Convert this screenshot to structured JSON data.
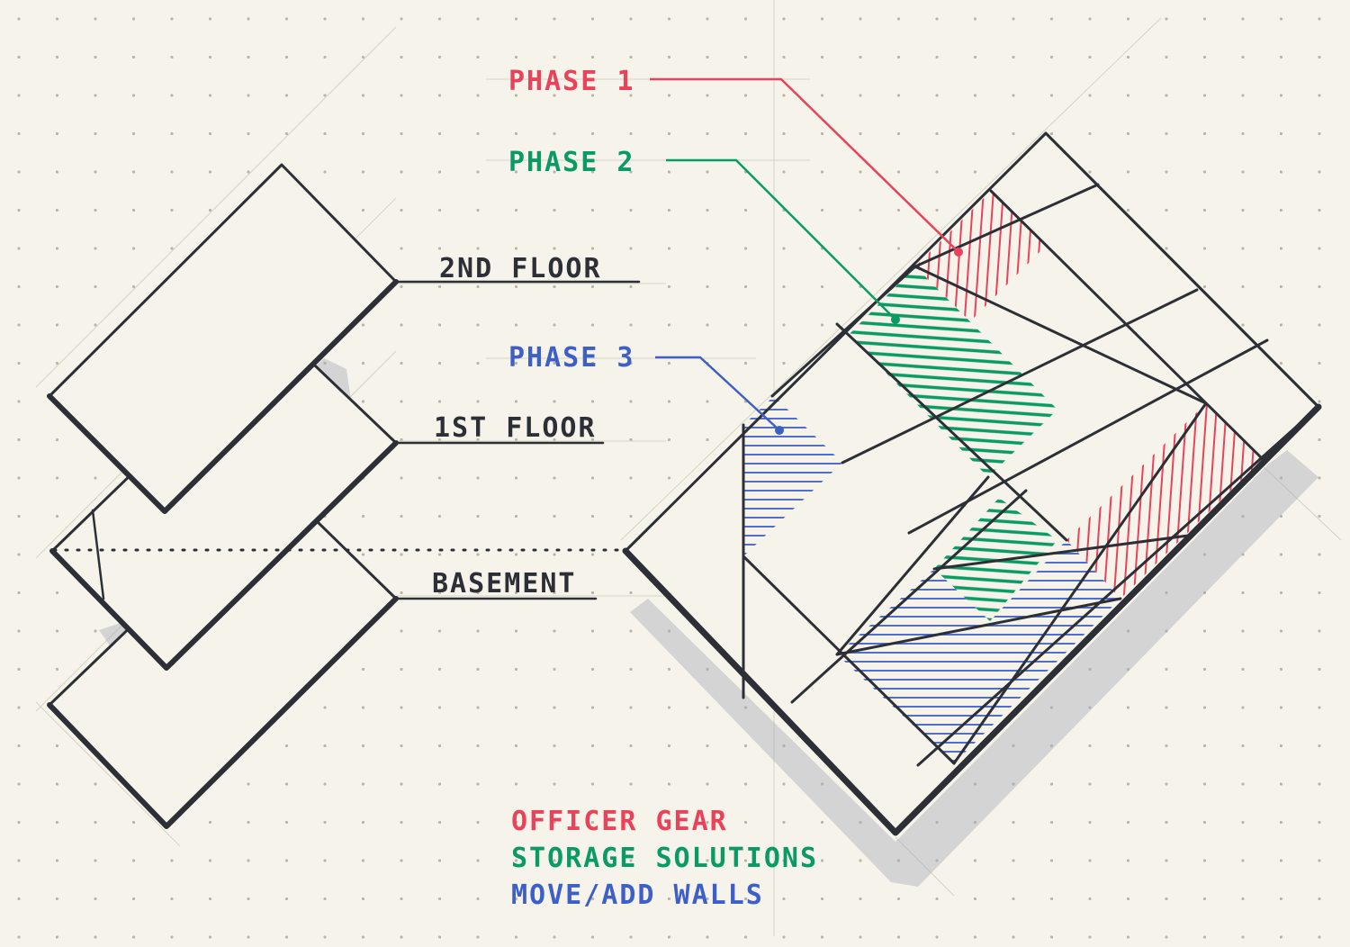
{
  "floors": {
    "second": "2ND FLOOR",
    "first": "1ST FLOOR",
    "basement": "BASEMENT"
  },
  "phases": {
    "phase1": "PHASE 1",
    "phase2": "PHASE 2",
    "phase3": "PHASE 3"
  },
  "legend": {
    "officer_gear": "OFFICER GEAR",
    "storage_solutions": "STORAGE SOLUTIONS",
    "move_add_walls": "MOVE/ADD WALLS"
  },
  "colors": {
    "phase1": "#e8435a",
    "phase2": "#0a9a63",
    "phase3": "#3e5fc6",
    "ink": "#2d2f36",
    "paper": "#f6f4ea",
    "dots": "#b9b6a8"
  }
}
